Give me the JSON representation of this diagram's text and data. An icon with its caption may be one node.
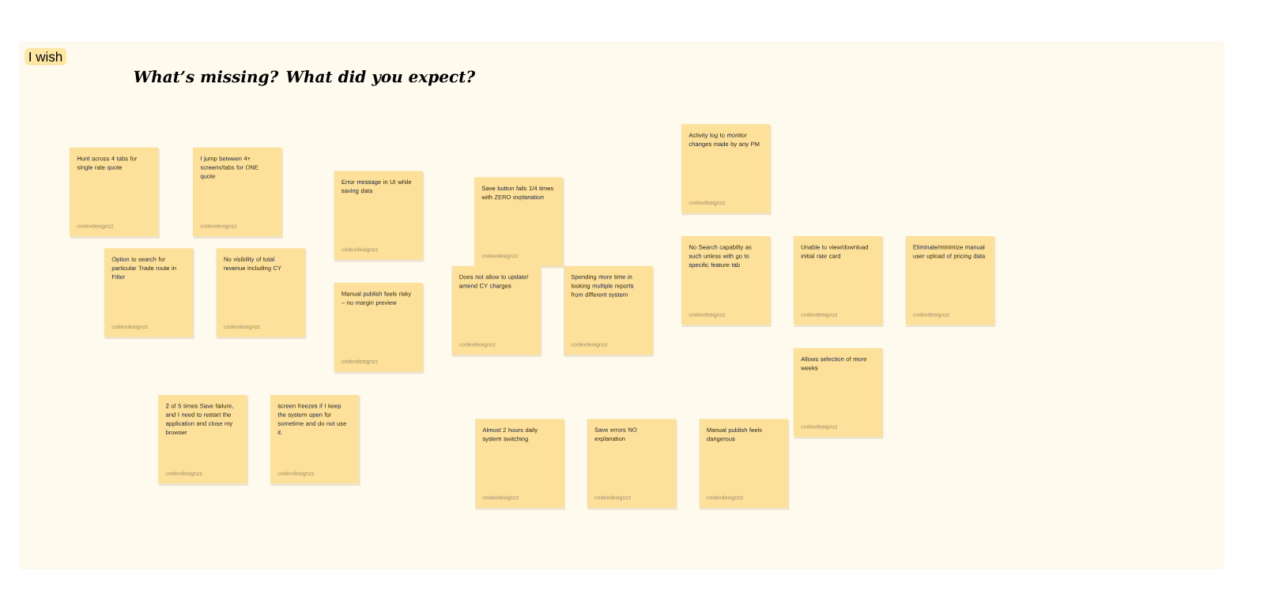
{
  "diagram": {
    "title": "What’s missing? What did you expect?",
    "nodes": [
      {
        "text": [
          "I wish"
        ]
      },
      {
        "text": [
          "Hunt across 4 tabs for single rate quote",
          "codexdesignzz"
        ],
        "in": 0
      },
      {
        "text": [
          "I jump between 4+ screens/tabs for ONE quote",
          "codexdesignzz"
        ],
        "in": 0
      },
      {
        "text": [
          "Option to search for particular Trade route in Filter",
          "codexdesignzz"
        ],
        "in": 0
      },
      {
        "text": [
          "No visibility of total revenue including CY",
          "codexdesignzz"
        ],
        "in": 0
      },
      {
        "text": [
          "Error message in UI while saving data",
          "codexdesignzz"
        ],
        "in": 0
      },
      {
        "text": [
          "Manual publish feels risky – no margin preview",
          "codexdesignzz"
        ],
        "in": 0
      },
      {
        "text": [
          "Save button fails 1/4 times with ZERO explanation",
          "codexdesignzz"
        ],
        "in": 0
      },
      {
        "text": [
          "Does not allow to update/ amend CY charges",
          "codexdesignzz"
        ],
        "in": 0
      },
      {
        "text": [
          "Spending more time in looking multiple reports from different system",
          "codexdesignzz"
        ],
        "in": 0
      },
      {
        "text": [
          "Activity log to monitor changes made by any PM",
          "codexdesignzz"
        ],
        "in": 0
      },
      {
        "text": [
          "No Search capabilty as such unless with go to specific feature tab",
          "codexdesignzz"
        ],
        "in": 0
      },
      {
        "text": [
          "Unable to view/download initial rate card",
          "codexdesignzz"
        ],
        "in": 0
      },
      {
        "text": [
          "Eliminate/minimize manual user upload of pricing data",
          "codexdesignzz"
        ],
        "in": 0
      },
      {
        "text": [
          "Allows selection of more weeks",
          "codexdesignzz"
        ],
        "in": 0
      },
      {
        "text": [
          "2 of 5 times Save failure, and I need to restart the application and close my browser",
          "codexdesignzz"
        ],
        "in": 0
      },
      {
        "text": [
          "screen freezes if I keep the system open for sometime and do not use it.",
          "codexdesignzz"
        ],
        "in": 0
      },
      {
        "text": [
          "Almost 2 hours daily system switching",
          "codexdesignzz"
        ],
        "in": 0
      },
      {
        "text": [
          "Save errors NO explanation",
          "codexdesignzz"
        ],
        "in": 0
      },
      {
        "text": [
          "Manual publish feels dangerous",
          "codexdesignzz"
        ],
        "in": 0
      }
    ]
  }
}
